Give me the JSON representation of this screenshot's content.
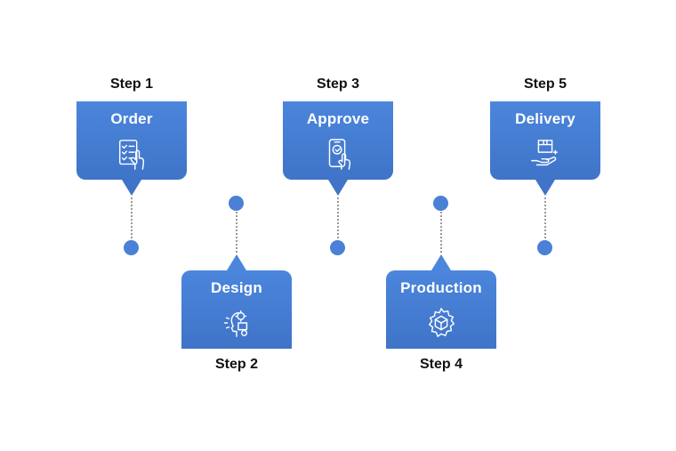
{
  "steps": [
    {
      "step_label": "Step 1",
      "title": "Order",
      "icon": "checklist-touch-icon"
    },
    {
      "step_label": "Step 2",
      "title": "Design",
      "icon": "design-head-gear-icon"
    },
    {
      "step_label": "Step 3",
      "title": "Approve",
      "icon": "phone-tap-icon"
    },
    {
      "step_label": "Step 4",
      "title": "Production",
      "icon": "gear-box-icon"
    },
    {
      "step_label": "Step 5",
      "title": "Delivery",
      "icon": "package-hand-icon"
    }
  ],
  "colors": {
    "card": "#4580d6",
    "dot": "#4a80d6",
    "connector": "#9a9a9a",
    "text": "#111111"
  }
}
